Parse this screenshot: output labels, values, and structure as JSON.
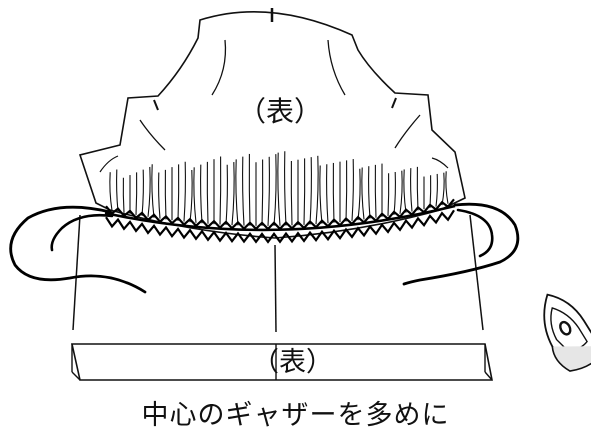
{
  "labels": {
    "upper_fabric": "（表）",
    "lower_fabric": "（表）"
  },
  "caption": "中心のギャザーを多めに",
  "icons": [
    "iron-icon"
  ],
  "colors": {
    "line": "#111111",
    "background": "#ffffff",
    "thread": "#000000"
  }
}
